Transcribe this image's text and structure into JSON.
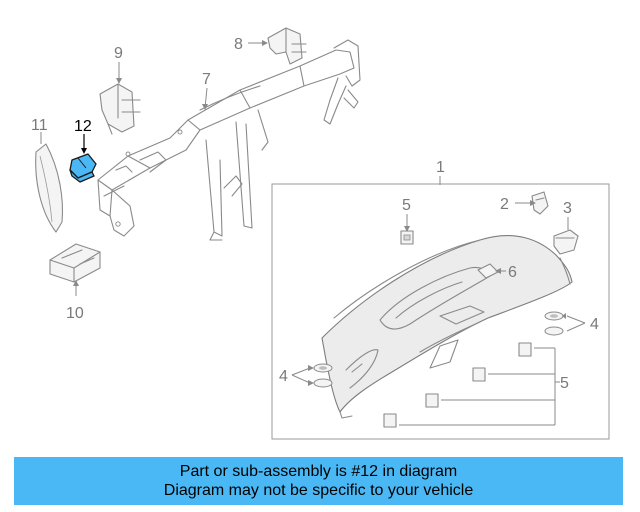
{
  "callouts": {
    "c1": "1",
    "c2": "2",
    "c3": "3",
    "c4a": "4",
    "c4b": "4",
    "c5a": "5",
    "c5b": "5",
    "c6": "6",
    "c7": "7",
    "c8": "8",
    "c9": "9",
    "c10": "10",
    "c11": "11",
    "c12": "12"
  },
  "highlighted_part": "12",
  "colors": {
    "highlight": "#4ab8f4",
    "banner": "#4ab8f4",
    "line_art": "#8a8a8a"
  },
  "banner": {
    "line1": "Part or sub-assembly is #12 in diagram",
    "line2": "Diagram may not be specific to your vehicle"
  }
}
